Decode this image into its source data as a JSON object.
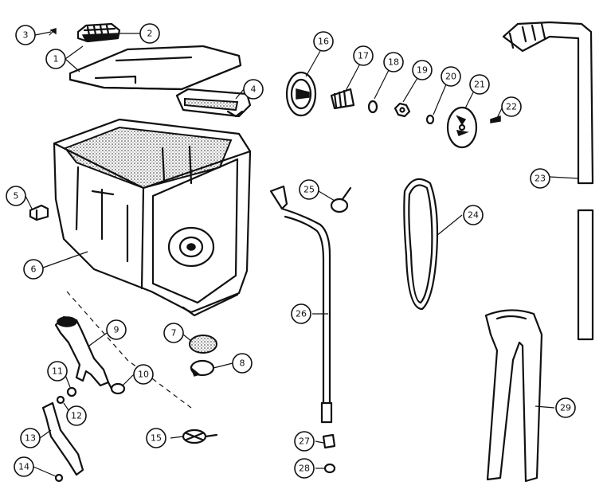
{
  "diagram": {
    "callouts": [
      {
        "label": "1"
      },
      {
        "label": "2"
      },
      {
        "label": "3"
      },
      {
        "label": "4"
      },
      {
        "label": "5"
      },
      {
        "label": "6"
      },
      {
        "label": "7"
      },
      {
        "label": "8"
      },
      {
        "label": "9"
      },
      {
        "label": "10"
      },
      {
        "label": "11"
      },
      {
        "label": "12"
      },
      {
        "label": "13"
      },
      {
        "label": "14"
      },
      {
        "label": "15"
      },
      {
        "label": "16"
      },
      {
        "label": "17"
      },
      {
        "label": "18"
      },
      {
        "label": "19"
      },
      {
        "label": "20"
      },
      {
        "label": "21"
      },
      {
        "label": "22"
      },
      {
        "label": "23"
      },
      {
        "label": "24"
      },
      {
        "label": "25"
      },
      {
        "label": "26"
      },
      {
        "label": "27"
      },
      {
        "label": "28"
      },
      {
        "label": "29"
      }
    ]
  }
}
